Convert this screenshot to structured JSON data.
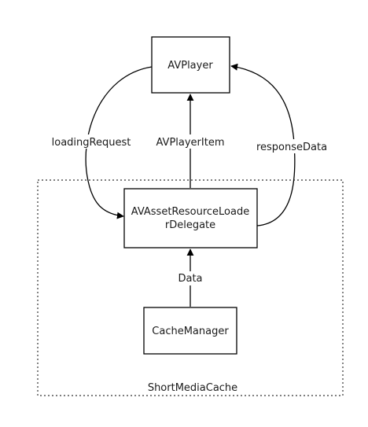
{
  "container": {
    "label": "ShortMediaCache"
  },
  "nodes": {
    "avplayer": {
      "label": "AVPlayer"
    },
    "loader_delegate": {
      "label_line1": "AVAssetResourceLoade",
      "label_line2": "rDelegate"
    },
    "cache_manager": {
      "label": "CacheManager"
    }
  },
  "edges": {
    "loading_request": {
      "label": "loadingRequest"
    },
    "player_item": {
      "label": "AVPlayerItem"
    },
    "response_data": {
      "label": "responseData"
    },
    "data": {
      "label": "Data"
    }
  }
}
